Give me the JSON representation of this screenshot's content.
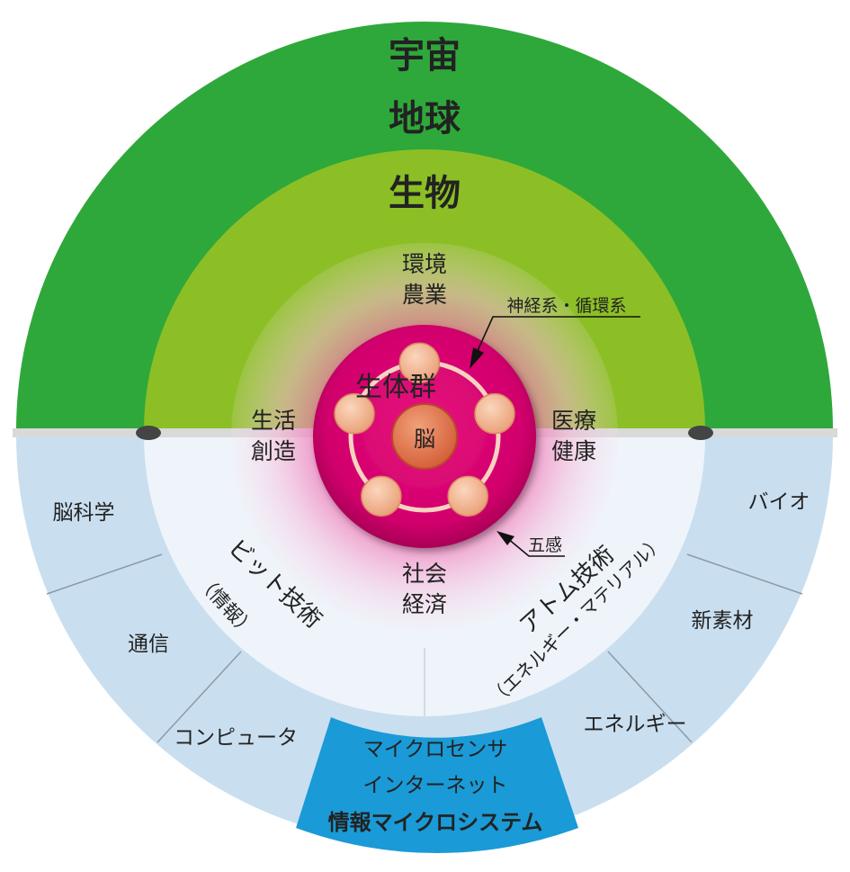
{
  "outer": {
    "universe": "宇宙",
    "earth": "地球",
    "life": "生物"
  },
  "pink_zone": {
    "top": [
      "環境",
      "農業"
    ],
    "left": [
      "生活",
      "創造"
    ],
    "right": [
      "医療",
      "健康"
    ],
    "bottom": [
      "社会",
      "経済"
    ]
  },
  "core": {
    "group_label": "生体群",
    "brain": "脳",
    "nervous_label": "神経系・循環系",
    "senses_label": "五感"
  },
  "inner_half": {
    "bit": "ビット技術",
    "bit_sub": "（情報）",
    "atom": "アトム技術",
    "atom_sub": "（エネルギー・マテリアル）"
  },
  "segments_left": [
    "脳科学",
    "通信",
    "コンピュータ"
  ],
  "segments_right": [
    "バイオ",
    "新素材",
    "エネルギー"
  ],
  "center_segment": {
    "line1": "マイクロセンサ",
    "line2": "インターネット",
    "line3": "情報マイクロシステム"
  },
  "colors": {
    "outer_green": "#2ea83a",
    "inner_green": "#8cbf26",
    "pink": "#e2007a",
    "brain": "#e07a4e",
    "node": "#f2b48e",
    "light_blue": "#c9dff0",
    "lighter_blue": "#eef4fa",
    "center_blue": "#1a9ad6"
  }
}
